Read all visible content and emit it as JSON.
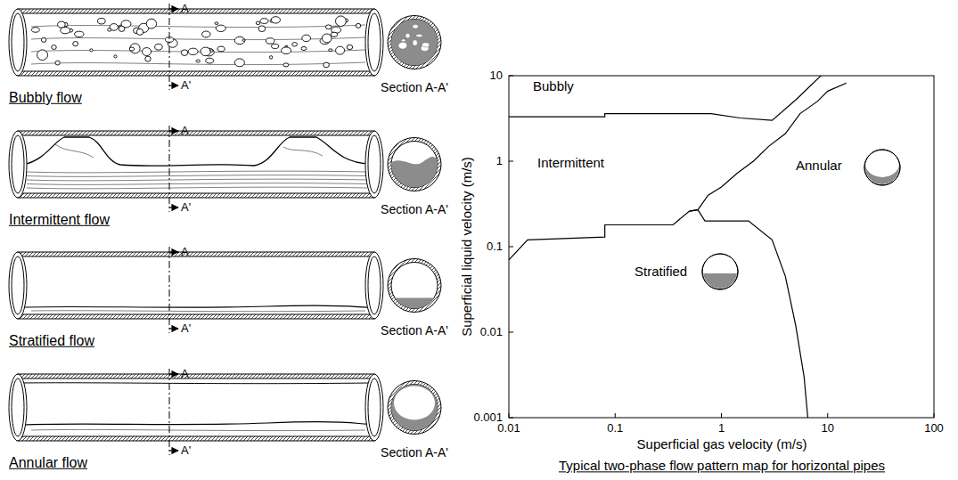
{
  "diagram": {
    "caption": "Typical two-phase flow pattern map for horizontal pipes",
    "labels": [
      "A",
      "A'",
      "Bubbly flow",
      "Section A-A'",
      "A",
      "A'",
      "Intermittent flow",
      "Section A-A'",
      "A",
      "A'",
      "Stratified flow",
      "Section A-A'",
      "A",
      "A'",
      "Annular flow",
      "Section A-A'",
      "Bubbly",
      "Intermittent",
      "Annular",
      "Stratified",
      "Superficial liquid velocity (m/s)",
      "Superficial gas velocity (m/s)",
      "10",
      "1",
      "0.1",
      "0.01",
      "0.001",
      "0.01",
      "0.1",
      "1",
      "10",
      "100"
    ]
  }
}
